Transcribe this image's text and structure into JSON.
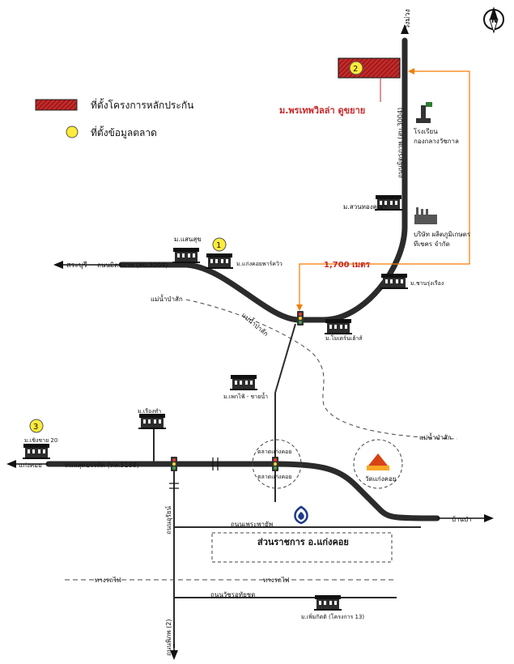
{
  "legend": {
    "project_label": "ที่ตั้งโครงการหลักประกัน",
    "market_label": "ที่ตั้งข้อมูลตลาด"
  },
  "markers": {
    "m1": "1",
    "m2": "2",
    "m3": "3"
  },
  "roads": {
    "north": "วังม่วง",
    "mittraphap_vertical": "ถนนมิตรภาพ (สบ.3004)",
    "saraburi": "สระบุรี",
    "mittraphap_horizontal": "ถนนมิตรภาพ (สบ.3004)",
    "kaeng_khoi_west": "แก่งคอย",
    "suraburanahat": "ถนนสุดบรรทัด (ทล.3188)",
    "ban_pa": "บ้านป่า",
    "phrakhao": "ถนนเพระพายัพ",
    "wachira": "ถนนวัชรอุทัยชุด",
    "rail_west": "ทางรถไฟ",
    "rail_east": "ทางรถไฟ",
    "south_road": "ถนนพิภพ (2)",
    "vertical_road": "ถนนอุรัยน์"
  },
  "rivers": {
    "pasak_1": "แม่น้ำป่าสัก",
    "pasak_2": "แม่น้ำป่าสัก",
    "pasak_3": "แม่น้ำป่าสัก"
  },
  "labels": {
    "project_name": "ม.พรเทพวิลล่า ดูขยาย",
    "distance": "1,700 เมตร",
    "school": "โรงเรียน",
    "school_sub": "กองกลางวัชกาล",
    "factory": "บริษัท ผลิตภูมิเกษตร",
    "factory_sub": "ทีเชคร จำกัด",
    "suan": "ม.สวนทองคูณา",
    "kaeng_khoi_park": "ม.แก่งคอยพาร์ควิว",
    "saen_suk": "ม.แสนสุข",
    "chan_rueang": "ม.ชานรุ่งเรือง",
    "mueang_thong": "ม.โมเดร์นเฮ้าส์",
    "ban_kao": "ม.เพกไฟ้ - ชายน้ำ",
    "rueang_tham": "ม.เรืองทำ",
    "chai_20": "ม.เชิงชาย 20",
    "market_1": "ตลาดแก่งคอย",
    "market_2": "ตลาดแก่งคอย",
    "temple": "วัดแก่งคอย",
    "district_office": "ส่วนราชการ อ.แก่งคอย",
    "bottom_village": "ม.เพิ่มกิตติ (โครงการ 13)"
  }
}
